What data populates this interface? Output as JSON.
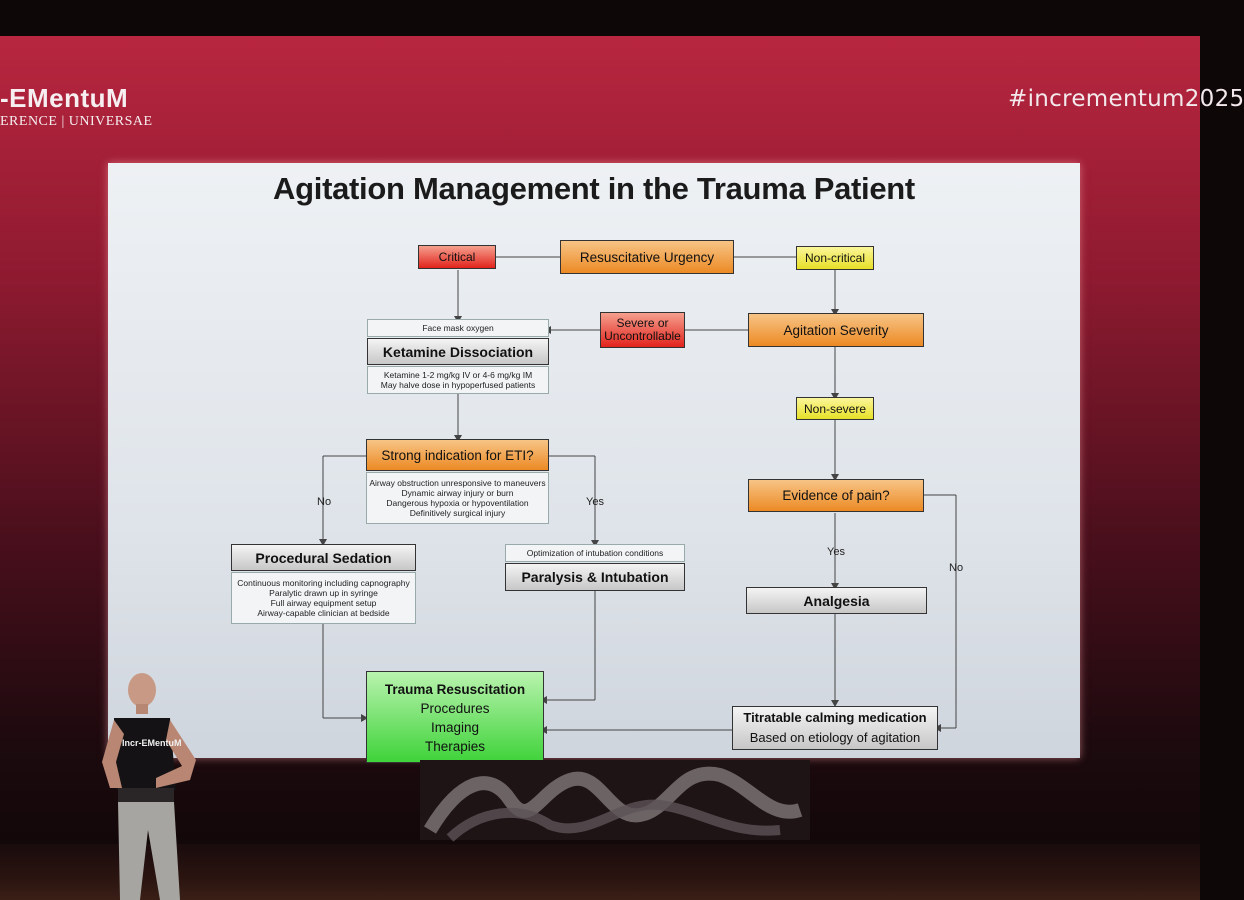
{
  "event": {
    "logo_line1": "-EMentuM",
    "logo_line2": "ERENCE | UNIVERSAE",
    "hashtag": "#incrementum2025"
  },
  "slide": {
    "title": "Agitation Management in the Trauma Patient",
    "boxes": {
      "resuscitative_urgency": "Resuscitative Urgency",
      "critical": "Critical",
      "non_critical": "Non-critical",
      "agitation_severity": "Agitation Severity",
      "severe_line1": "Severe or",
      "severe_line2": "Uncontrollable",
      "non_severe": "Non-severe",
      "face_mask": "Face mask oxygen",
      "ketamine": "Ketamine Dissociation",
      "ketamine_note": [
        "Ketamine 1-2 mg/kg IV or 4-6 mg/kg IM",
        "May halve dose in hypoperfused patients"
      ],
      "eti": "Strong indication for ETI?",
      "eti_note": [
        "Airway obstruction unresponsive to maneuvers",
        "Dynamic airway injury or burn",
        "Dangerous hypoxia or hypoventilation",
        "Definitively surgical injury"
      ],
      "no_left": "No",
      "yes_mid": "Yes",
      "procedural_sedation": "Procedural Sedation",
      "sedation_note": [
        "Continuous monitoring including capnography",
        "Paralytic drawn up in syringe",
        "Full airway equipment setup",
        "Airway-capable clinician at bedside"
      ],
      "optimization": "Optimization of intubation conditions",
      "paralysis": "Paralysis & Intubation",
      "evidence_pain": "Evidence of pain?",
      "yes_right": "Yes",
      "no_right": "No",
      "analgesia": "Analgesia",
      "trauma_title": "Trauma Resuscitation",
      "trauma_items": [
        "Procedures",
        "Imaging",
        "Therapies"
      ],
      "titratable_title": "Titratable calming medication",
      "titratable_sub": "Based on etiology of agitation"
    }
  },
  "presenter": {
    "shirt_text": "Incr-EMentuM"
  },
  "colors": {
    "stage": "#8e1a30",
    "box_orange": "#ec8a24",
    "box_red": "#e2231c",
    "box_yellow": "#e7e028",
    "box_green": "#3fd33a",
    "box_grey": "#c7c7c7"
  }
}
